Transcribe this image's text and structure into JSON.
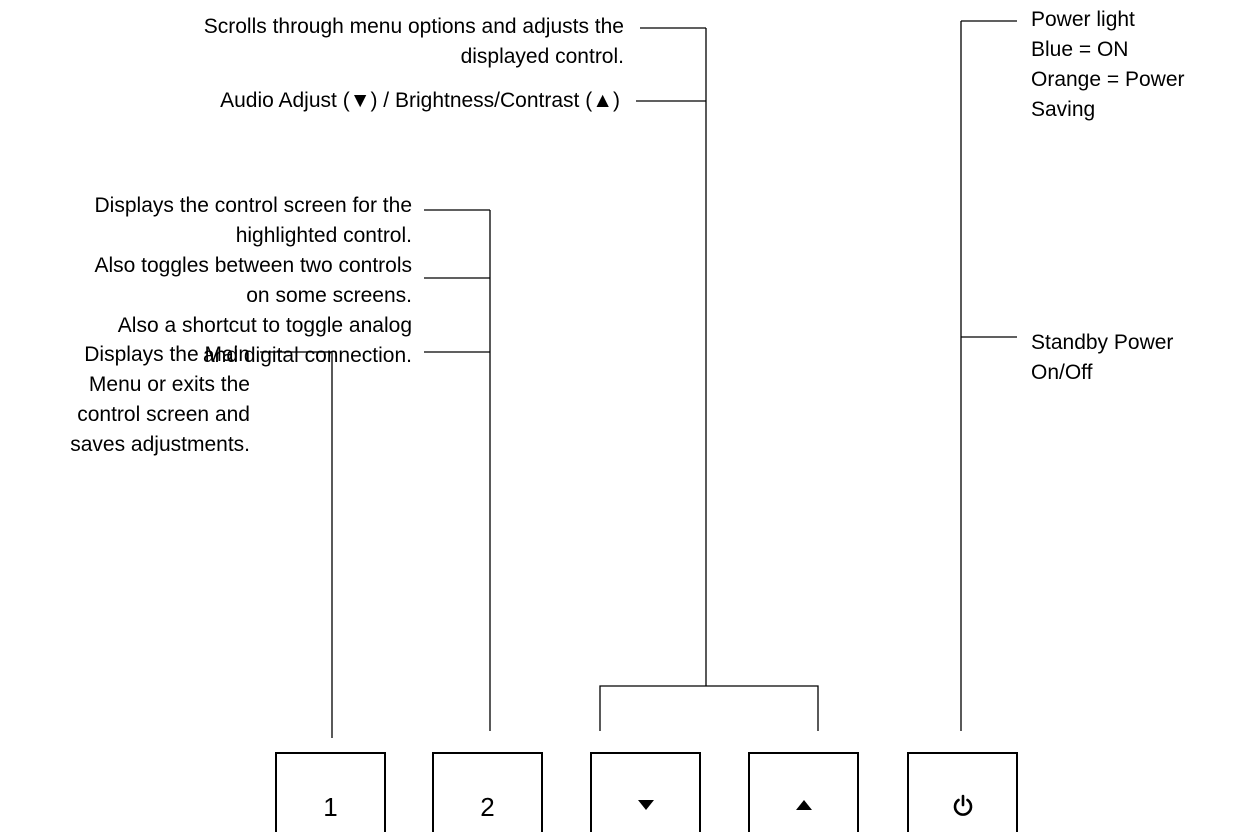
{
  "scroll": {
    "line1": "Scrolls through menu options and adjusts the",
    "line2": "displayed control.",
    "audio": "Audio Adjust (▼) / Brightness/Contrast (▲)"
  },
  "button2_desc": {
    "l1": "Displays the control screen for the",
    "l2": "highlighted control.",
    "l3": "Also toggles between two controls",
    "l4": "on some screens.",
    "l5": "Also a shortcut to toggle analog",
    "l6": "and digital connection."
  },
  "button1_desc": {
    "l1": "Displays the Main",
    "l2": "Menu or exits the",
    "l3": "control screen and",
    "l4": "saves adjustments."
  },
  "power_light": {
    "l1": "Power light",
    "l2": "Blue = ON",
    "l3": "Orange = Power",
    "l4": "Saving"
  },
  "standby": {
    "l1": "Standby Power",
    "l2": "On/Off"
  },
  "buttons": {
    "b1": "1",
    "b2": "2",
    "down_icon": "triangle-down-icon",
    "up_icon": "triangle-up-icon",
    "power_icon": "power-icon"
  }
}
